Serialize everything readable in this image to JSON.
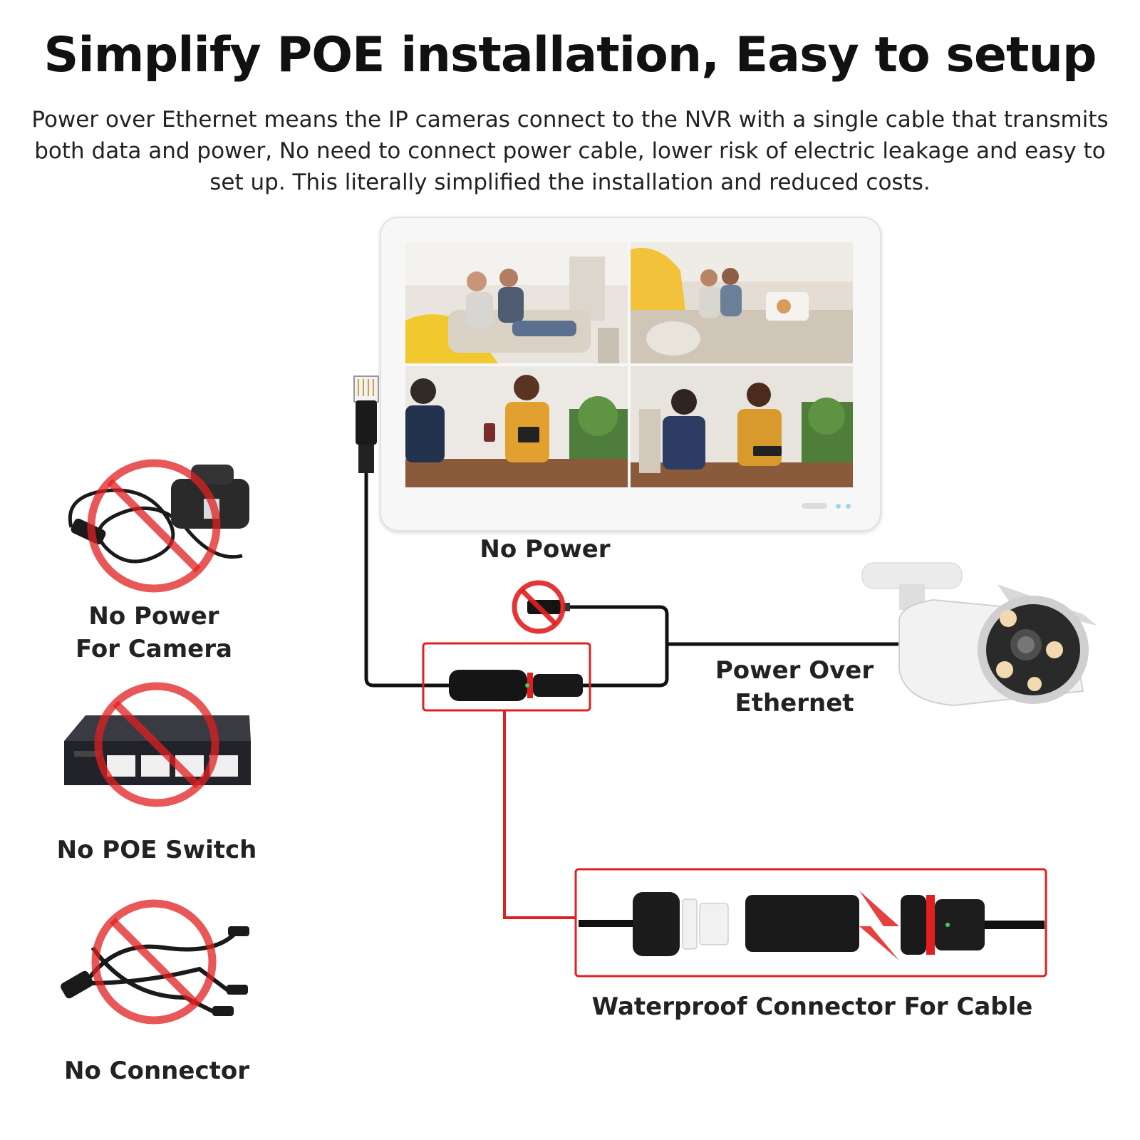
{
  "header": {
    "title": "Simplify POE installation, Easy to setup",
    "description": "Power over Ethernet means the IP cameras connect to the NVR with a single cable that transmits both data and power, No need to connect power cable, lower risk of electric leakage and easy to set up. This literally simplified the installation and reduced costs."
  },
  "labels": {
    "no_power": "No Power",
    "power_over_ethernet": "Power Over Ethernet",
    "waterproof_connector": "Waterproof Connector For Cable"
  },
  "prohibited_items": [
    {
      "label": "No Power For Camera",
      "icon": "power-adapter-icon"
    },
    {
      "label": "No POE Switch",
      "icon": "poe-switch-icon"
    },
    {
      "label": "No Connector",
      "icon": "splitter-cable-icon"
    }
  ],
  "colors": {
    "accent_red": "#e02020",
    "cable": "#111111",
    "text": "#111111"
  }
}
